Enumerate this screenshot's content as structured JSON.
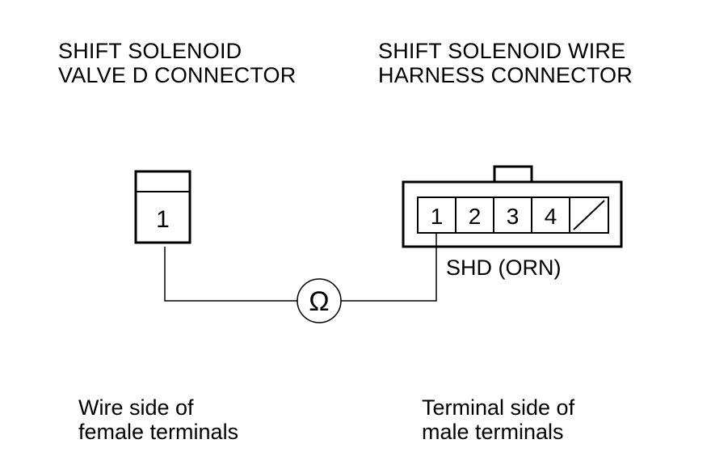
{
  "left_connector": {
    "title_lines": [
      "SHIFT SOLENOID",
      "VALVE D CONNECTOR"
    ],
    "terminal": "1",
    "caption_lines": [
      "Wire side of",
      "female terminals"
    ]
  },
  "right_connector": {
    "title_lines": [
      "SHIFT SOLENOID WIRE",
      "HARNESS CONNECTOR"
    ],
    "terminals": [
      "1",
      "2",
      "3",
      "4"
    ],
    "wire_label": "SHD (ORN)",
    "caption_lines": [
      "Terminal side of",
      "male terminals"
    ]
  },
  "meter": {
    "symbol": "Ω",
    "icon": "ohmmeter-icon"
  }
}
